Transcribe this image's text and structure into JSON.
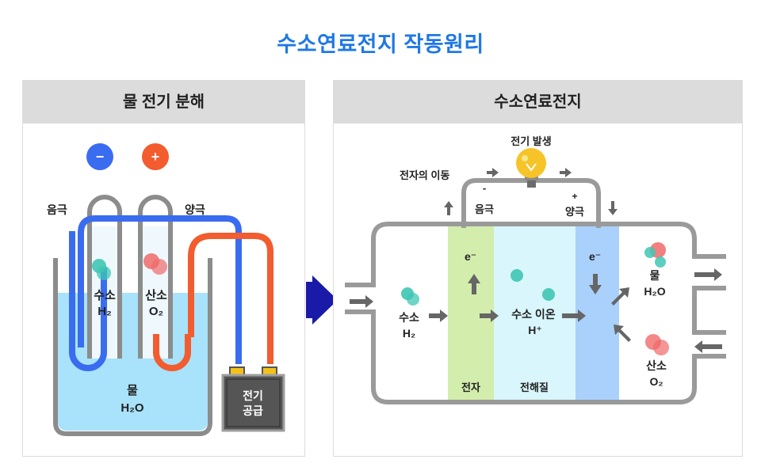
{
  "title": "수소연료전지 작동원리",
  "left_panel": {
    "heading": "물 전기 분해",
    "minus_sign": "−",
    "plus_sign": "+",
    "cathode_label": "음극",
    "anode_label": "양극",
    "hydrogen": {
      "name": "수소",
      "formula": "H₂"
    },
    "oxygen": {
      "name": "산소",
      "formula": "O₂"
    },
    "water": {
      "name": "물",
      "formula": "H₂O"
    },
    "power_supply": {
      "line1": "전기",
      "line2": "공급"
    }
  },
  "right_panel": {
    "heading": "수소연료전지",
    "power_generation": "전기 발생",
    "electron_flow": "전자의 이동",
    "negative": {
      "sign": "-",
      "label": "음극"
    },
    "positive": {
      "sign": "+",
      "label": "양극"
    },
    "electron_symbol": "e⁻",
    "hydrogen": {
      "name": "수소",
      "formula": "H₂"
    },
    "hydrogen_ion": {
      "name": "수소 이온",
      "formula": "H⁺"
    },
    "water": {
      "name": "물",
      "formula": "H₂O"
    },
    "oxygen": {
      "name": "산소",
      "formula": "O₂"
    },
    "layer_electron": "전자",
    "layer_electrolyte": "전해질"
  },
  "colors": {
    "title": "#1f78e6",
    "electrode_blue": "#3a6cf0",
    "electrode_red": "#f25c2e",
    "water": "#a8e2fb",
    "hydrogen_molecule": "#3fc7b3",
    "oxygen_molecule": "#f06a6a",
    "green_layer": "#d3edac",
    "electrolyte_layer": "#d8f6fb",
    "blue_layer": "#a9d1fb",
    "transition_arrow": "#1a1aa8"
  }
}
